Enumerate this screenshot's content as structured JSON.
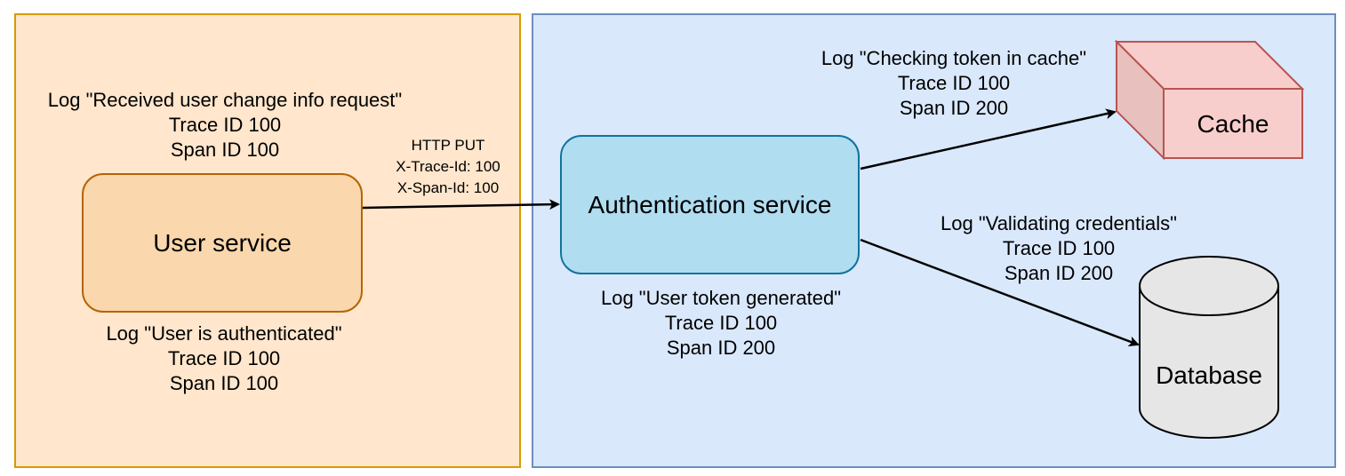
{
  "user_zone": {
    "service_label": "User service",
    "log_received": {
      "message": "Log \"Received user change info request\"",
      "trace": "Trace ID 100",
      "span": "Span ID 100"
    },
    "log_authenticated": {
      "message": "Log \"User is authenticated\"",
      "trace": "Trace ID 100",
      "span": "Span ID 100"
    }
  },
  "http_call": {
    "method": "HTTP PUT",
    "trace_header": "X-Trace-Id: 100",
    "span_header": "X-Span-Id: 100"
  },
  "auth_zone": {
    "service_label": "Authentication service",
    "log_token_generated": {
      "message": "Log \"User token generated\"",
      "trace": "Trace ID 100",
      "span": "Span ID 200"
    },
    "log_cache": {
      "message": "Log \"Checking token in cache\"",
      "trace": "Trace ID 100",
      "span": "Span ID 200"
    },
    "log_credentials": {
      "message": "Log \"Validating credentials\"",
      "trace": "Trace ID 100",
      "span": "Span ID 200"
    },
    "cache_label": "Cache",
    "database_label": "Database"
  },
  "colors": {
    "user_zone_fill": "#ffe6cc",
    "user_zone_border": "#d79b00",
    "auth_zone_fill": "#dae8fc",
    "auth_zone_border": "#6c8ebf",
    "user_service_fill": "#fad7ac",
    "auth_service_fill": "#b1ddf0",
    "cache_fill": "#f8cecc",
    "cache_border": "#b85450",
    "database_fill": "#e6e6e6"
  }
}
